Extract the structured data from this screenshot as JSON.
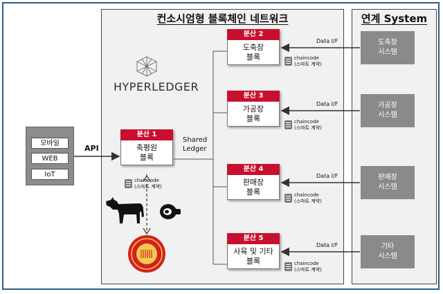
{
  "consortium": {
    "title": "컨소시엄형 블록체인 네트워크"
  },
  "system": {
    "title": "연계 System"
  },
  "hyperledger": {
    "logo_text": "HYPERLEDGER"
  },
  "clients": {
    "items": [
      "모바일",
      "WEB",
      "IoT"
    ]
  },
  "api_label": "API",
  "shared_ledger": {
    "line1": "Shared",
    "line2": "Ledger"
  },
  "nodes": [
    {
      "header": "분산 1",
      "line1": "축평원",
      "line2": "블록"
    },
    {
      "header": "분산 2",
      "line1": "도축장",
      "line2": "블록"
    },
    {
      "header": "분산 3",
      "line1": "가공장",
      "line2": "블록"
    },
    {
      "header": "분산 4",
      "line1": "판매장",
      "line2": "블록"
    },
    {
      "header": "분산 5",
      "line1": "사육 및 기타",
      "line2": "블록"
    }
  ],
  "chaincode": {
    "line1": "chaincode",
    "line2": "(스마트 계약)"
  },
  "data_if": "Data I/F",
  "systems": [
    {
      "line1": "도축장",
      "line2": "시스템"
    },
    {
      "line1": "가공장",
      "line2": "시스템"
    },
    {
      "line1": "판매장",
      "line2": "시스템"
    },
    {
      "line1": "기타",
      "line2": "시스템"
    }
  ],
  "icons": [
    "hyperledger-logo-icon",
    "cow-icon",
    "meat-icon",
    "traceability-seal-icon",
    "chaincode-document-icon"
  ],
  "colors": {
    "node_header": "#c8102e",
    "system_box": "#8a8a8a",
    "frame": "#2a5d8a"
  }
}
